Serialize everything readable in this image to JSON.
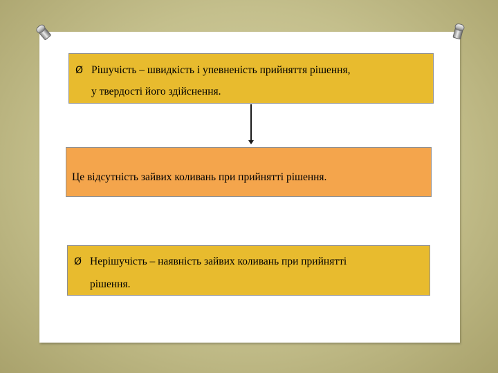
{
  "slide": {
    "box_top": {
      "bullet": "Ø",
      "line1": "Рішучість – швидкість і упевненість прийняття рішення,",
      "line2": "у твердості його здійснення."
    },
    "box_middle": {
      "line1": "Це відсутність зайвих коливань при прийнятті рішення."
    },
    "box_bottom": {
      "bullet": "Ø",
      "line1": "Нерішучість – наявність зайвих коливань при прийнятті",
      "line2": "рішення."
    }
  },
  "colors": {
    "background": "#c4bf8c",
    "card": "#ffffff",
    "gold_box": "#e8bb2e",
    "orange_box": "#f4a54c",
    "arrow": "#1a1a1a"
  },
  "icons": [
    "pin-icon",
    "pin-icon",
    "arrow-down-icon"
  ]
}
